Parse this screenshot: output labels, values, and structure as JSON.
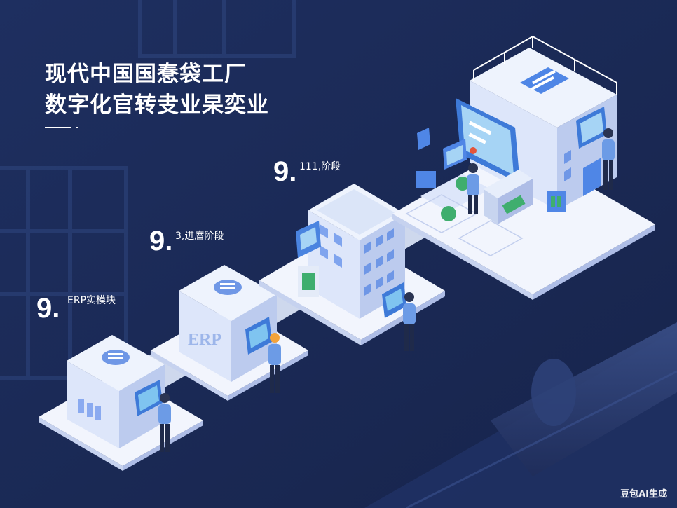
{
  "title_lines": [
    "现代中国国惷袋工厂",
    "数字化官转叏业杲奕业"
  ],
  "stages": [
    {
      "number": "9.",
      "label": "ERP实模块"
    },
    {
      "number": "9.",
      "label": "3,进庿阶段"
    },
    {
      "number": "9.",
      "label": "111,阶段"
    }
  ],
  "building_sign": "ERP",
  "watermark": "豆包AI生成",
  "colors": {
    "background": "#1b2a57",
    "platform": "#eef3fd",
    "accent": "#4f86e6",
    "worker_shirt": "#6c9be6"
  }
}
